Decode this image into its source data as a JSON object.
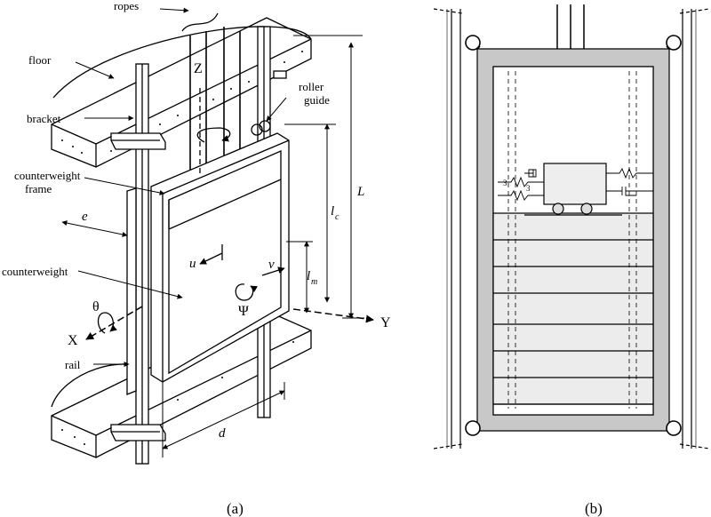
{
  "panel_a": {
    "labels": {
      "ropes": "ropes",
      "floor": "floor",
      "bracket": "bracket",
      "roller": "roller",
      "guide": "guide",
      "counterweight_frame_line1": "counterweight",
      "counterweight_frame_line2": "frame",
      "counterweight": "counterweight",
      "rail": "rail"
    },
    "symbols": {
      "Z": "Z",
      "X": "X",
      "Y": "Y",
      "theta": "θ",
      "psi": "Ψ",
      "u": "u",
      "v": "v",
      "e": "e",
      "d": "d",
      "L": "L",
      "l": "l",
      "c": "c",
      "m": "m"
    },
    "caption": "(a)"
  },
  "panel_b": {
    "caption": "(b)",
    "spring_marks": [
      "3",
      "3"
    ]
  },
  "colors": {
    "ink": "#000000",
    "frame_fill": "#c8c8c8",
    "weight_fill": "#ececec",
    "window_fill": "#ffffff"
  }
}
